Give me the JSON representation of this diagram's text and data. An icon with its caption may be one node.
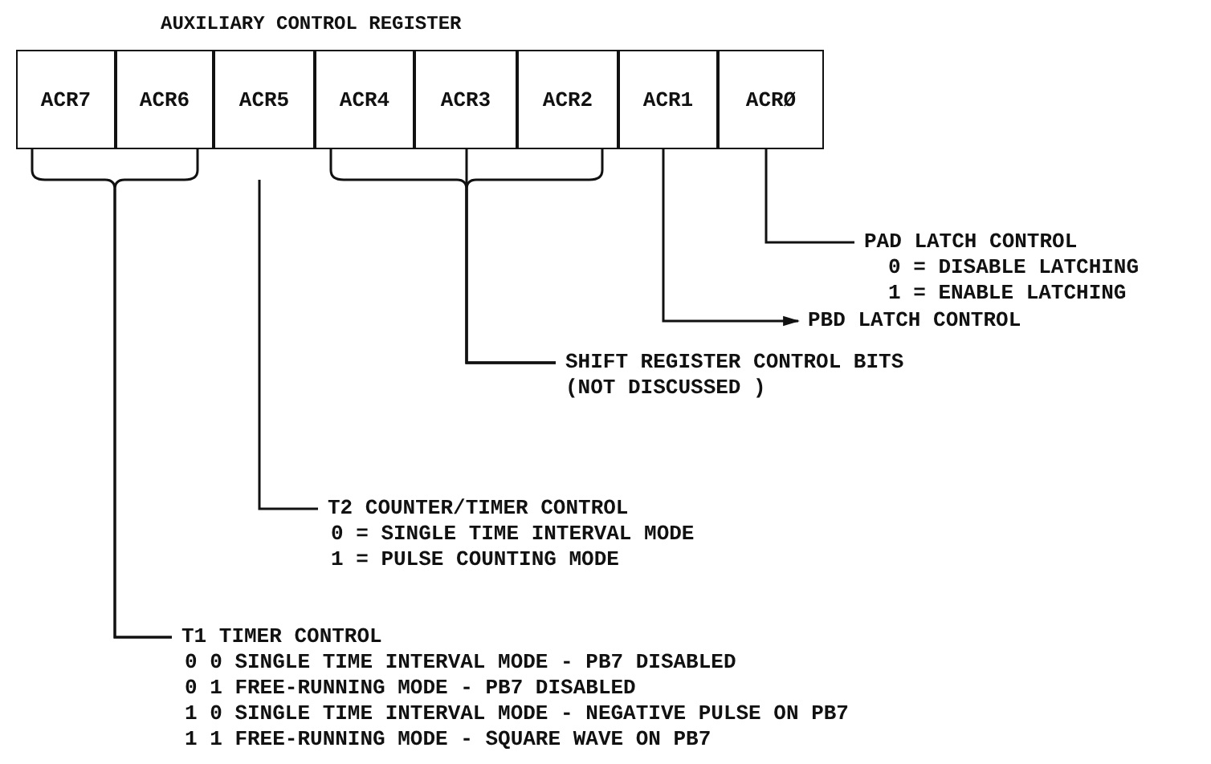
{
  "diagram": {
    "title": "AUXILIARY CONTROL REGISTER",
    "nodes": [
      {
        "text": [
          "ACR7"
        ]
      },
      {
        "text": [
          "ACR6"
        ]
      },
      {
        "text": [
          "ACR5"
        ]
      },
      {
        "text": [
          "ACR4"
        ]
      },
      {
        "text": [
          "ACR3"
        ]
      },
      {
        "text": [
          "ACR2"
        ]
      },
      {
        "text": [
          "ACR1"
        ]
      },
      {
        "text": [
          "ACRØ"
        ]
      },
      {
        "text": [
          "PAD LATCH CONTROL",
          "0 = DISABLE LATCHING",
          "1 = ENABLE LATCHING"
        ]
      },
      {
        "text": [
          "PBD LATCH CONTROL"
        ]
      },
      {
        "text": [
          "SHIFT REGISTER CONTROL BITS (NOT DISCUSSED )"
        ]
      },
      {
        "text": [
          "T2 COUNTER/TIMER CONTROL",
          "0 = SINGLE TIME INTERVAL MODE",
          "1 = PULSE COUNTING MODE"
        ]
      },
      {
        "text": [
          "T1 TIMER CONTROL",
          "0 0 SINGLE TIME INTERVAL MODE - PB7 DISABLED",
          "0 1 FREE-RUNNING MODE - PB7 DISABLED",
          "1 0 SINGLE TIME INTERVAL MODE - NEGATIVE PULSE ON PB7",
          "1 1 FREE-RUNNING MODE - SQUARE WAVE ON PB7"
        ]
      }
    ],
    "edges": [
      {
        "from": 0,
        "to": 12,
        "arrow": "none"
      },
      {
        "from": 1,
        "to": 12,
        "arrow": "none"
      },
      {
        "from": 2,
        "to": 11,
        "arrow": "none"
      },
      {
        "from": 3,
        "to": 10,
        "arrow": "none"
      },
      {
        "from": 4,
        "to": 10,
        "arrow": "none"
      },
      {
        "from": 5,
        "to": 10,
        "arrow": "none"
      },
      {
        "from": 6,
        "to": 9,
        "arrow": "to"
      },
      {
        "from": 7,
        "to": 8,
        "arrow": "none"
      }
    ]
  }
}
